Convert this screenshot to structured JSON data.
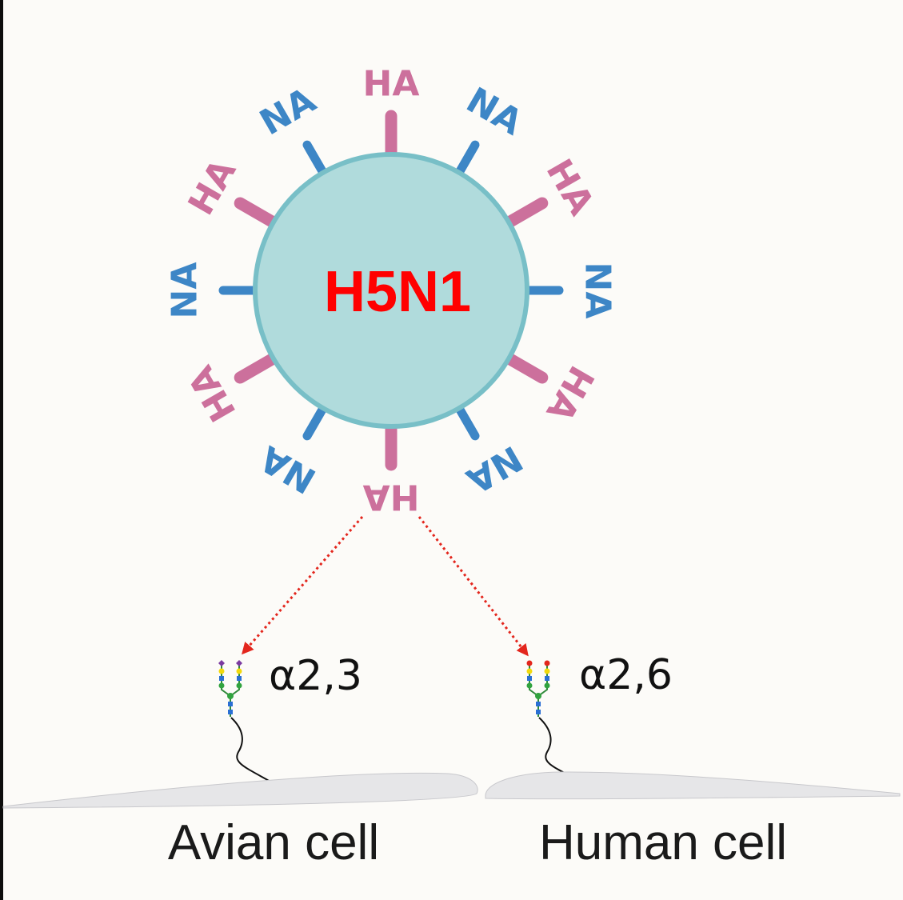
{
  "virus": {
    "name": "H5N1",
    "name_color": "#ff0000",
    "body_color": "#b0dbdc",
    "rim_color": "#78bfc7",
    "spikes": [
      {
        "label": "HA",
        "color": "#cc709c"
      },
      {
        "label": "NA",
        "color": "#3d86c6"
      },
      {
        "label": "HA",
        "color": "#cc709c"
      },
      {
        "label": "NA",
        "color": "#3d86c6"
      },
      {
        "label": "HA",
        "color": "#cc709c"
      },
      {
        "label": "NA",
        "color": "#3d86c6"
      },
      {
        "label": "HA",
        "color": "#cc709c"
      },
      {
        "label": "NA",
        "color": "#3d86c6"
      },
      {
        "label": "HA",
        "color": "#cc709c"
      },
      {
        "label": "NA",
        "color": "#3d86c6"
      },
      {
        "label": "HA",
        "color": "#cc709c"
      },
      {
        "label": "NA",
        "color": "#3d86c6"
      }
    ]
  },
  "arrows": {
    "color": "#e3261d",
    "style": "dotted"
  },
  "receptors": [
    {
      "linkage": "α2,3",
      "tip_color": "#7b3aa0"
    },
    {
      "linkage": "α2,6",
      "tip_color": "#e3261d"
    }
  ],
  "cells": [
    {
      "label": "Avian cell"
    },
    {
      "label": "Human cell"
    }
  ]
}
